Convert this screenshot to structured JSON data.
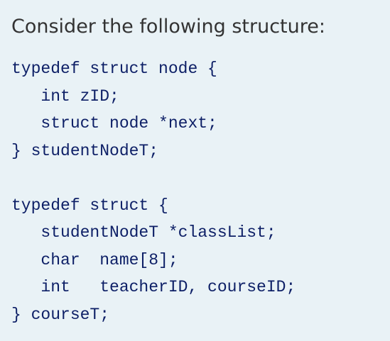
{
  "prompt_text": "Consider the following structure:",
  "code_lines": [
    "typedef struct node {",
    "   int zID;",
    "   struct node *next;",
    "} studentNodeT;",
    "",
    "typedef struct {",
    "   studentNodeT *classList;",
    "   char  name[8];",
    "   int   teacherID, courseID;",
    "} courseT;"
  ],
  "colors": {
    "background": "#e9f2f6",
    "prompt_text": "#333333",
    "code_text": "#0d1f66"
  }
}
